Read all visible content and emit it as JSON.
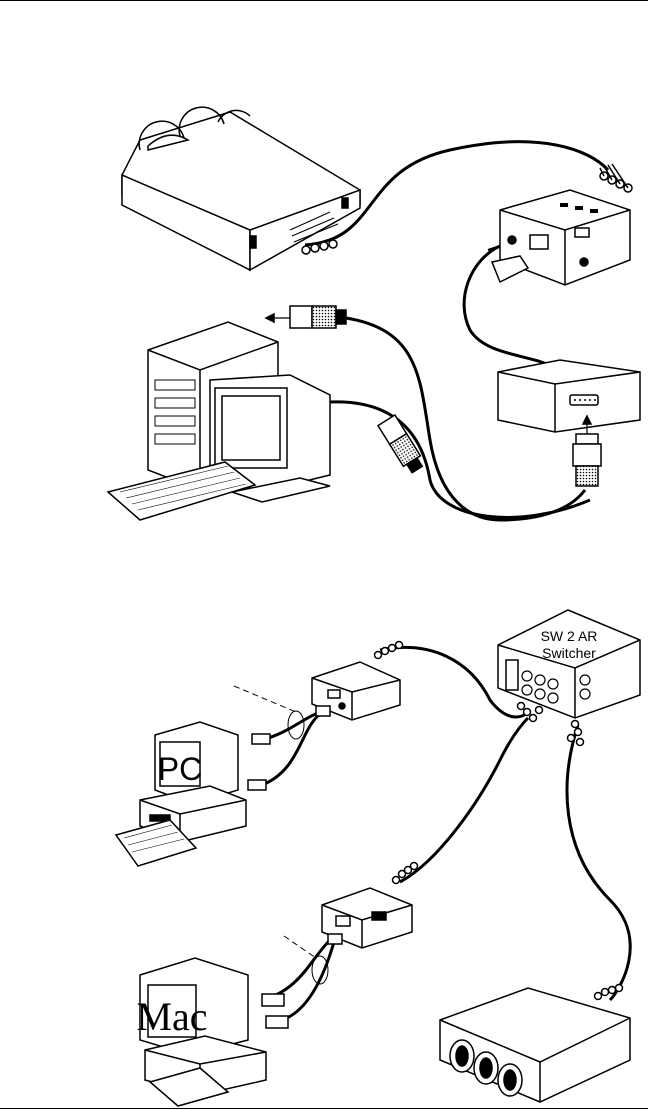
{
  "figure_top": {
    "panel_labels": {
      "main": "",
      "sub": ""
    }
  },
  "figure_bottom": {
    "switcher": {
      "line1": "SW 2 AR",
      "line2": "Switcher"
    },
    "pc_label": "PC",
    "mac_label": "Mac"
  }
}
